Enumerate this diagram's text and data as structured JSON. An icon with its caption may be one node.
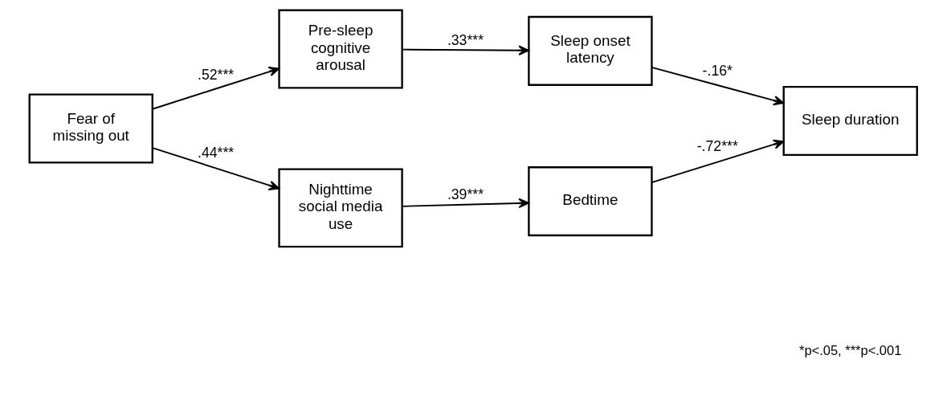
{
  "diagram": {
    "nodes": [
      {
        "text": [
          "Fear of missing out"
        ]
      },
      {
        "text": [
          "Pre-sleep cognitive arousal"
        ]
      },
      {
        "text": [
          "Sleep onset latency"
        ]
      },
      {
        "text": [
          "Nighttime social media use"
        ]
      },
      {
        "text": [
          "Bedtime"
        ]
      },
      {
        "text": [
          "Sleep duration"
        ]
      }
    ],
    "edges": [
      {
        "from": 0,
        "to": 1,
        "arrow": "to",
        "label": ".52***"
      },
      {
        "from": 1,
        "to": 2,
        "arrow": "to",
        "label": ".33***"
      },
      {
        "from": 2,
        "to": 5,
        "arrow": "to",
        "label": "-.16*"
      },
      {
        "from": 0,
        "to": 3,
        "arrow": "to",
        "label": ".44***"
      },
      {
        "from": 3,
        "to": 4,
        "arrow": "to",
        "label": ".39***"
      },
      {
        "from": 4,
        "to": 5,
        "arrow": "to",
        "label": "-.72***"
      }
    ],
    "labels": [
      "*p<.05, ***p<.001"
    ]
  }
}
